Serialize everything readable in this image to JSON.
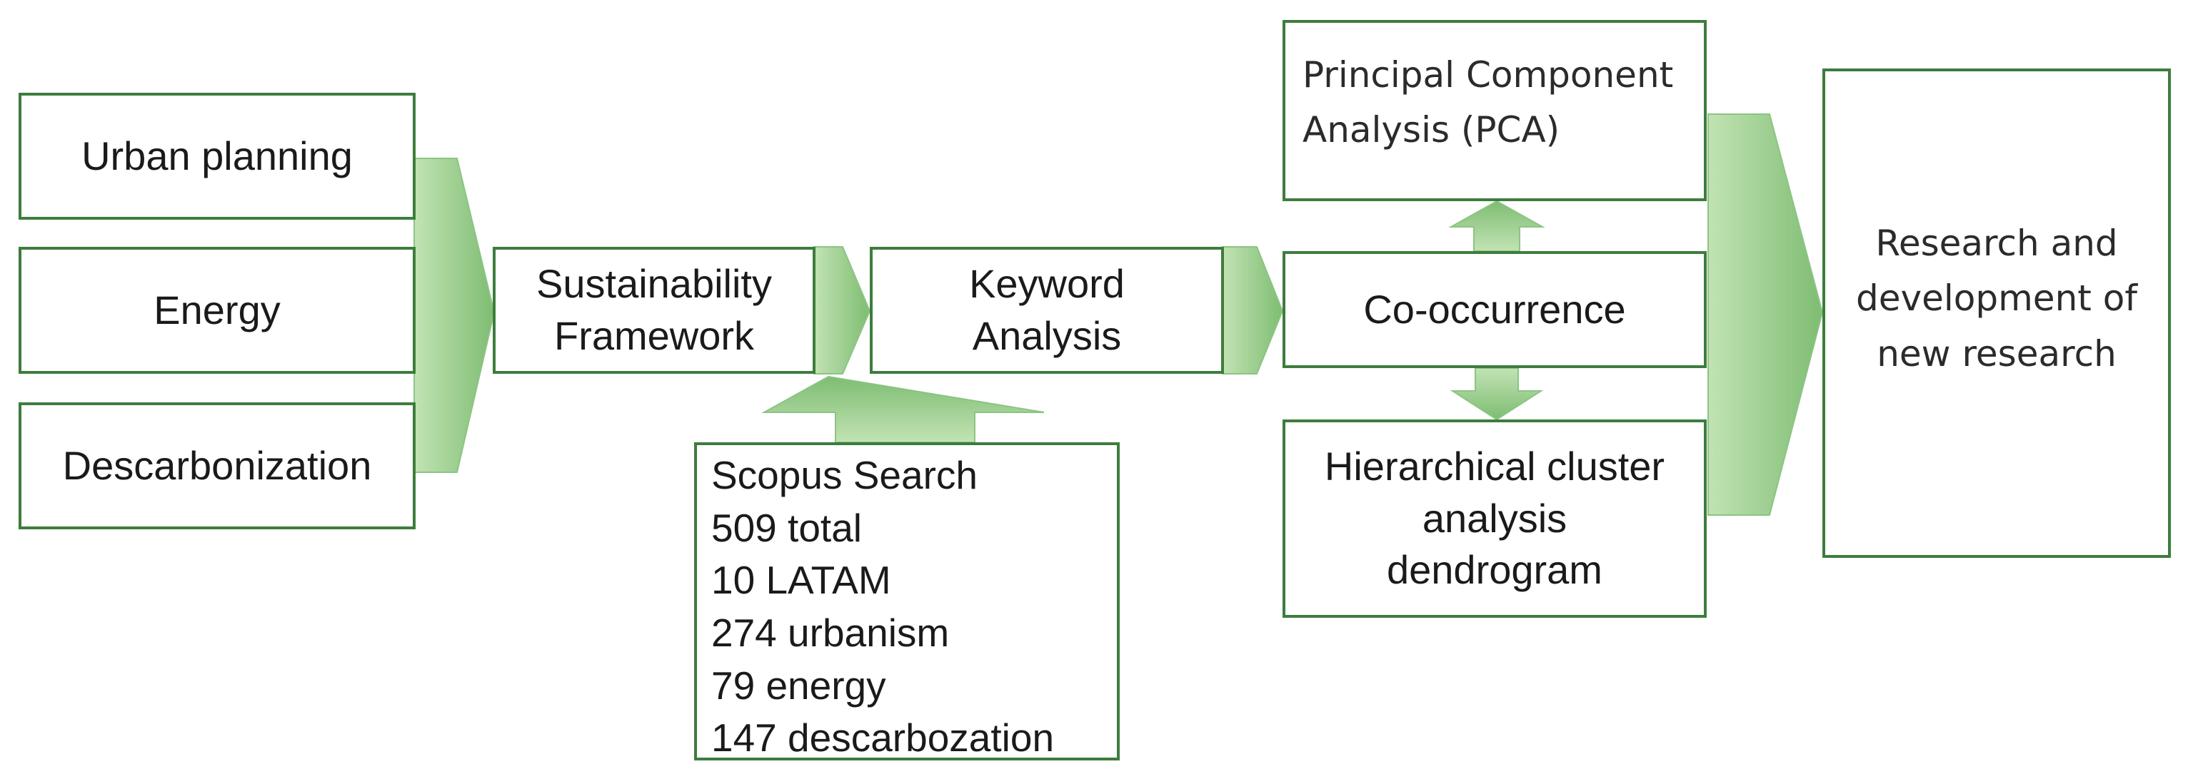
{
  "colors": {
    "border": "#3d7d3d",
    "arrow_light": "#c2e3b4",
    "arrow_dark": "#7ebd72",
    "text": "#1a1a1a"
  },
  "inputs": [
    "Urban planning",
    "Energy",
    "Descarbonization"
  ],
  "framework": {
    "line1": "Sustainability",
    "line2": "Framework"
  },
  "keyword": {
    "line1": "Keyword",
    "line2": "Analysis"
  },
  "scopus": [
    "Scopus Search",
    "509 total",
    "10 LATAM",
    "274 urbanism",
    "79 energy",
    "147 descarbozation"
  ],
  "pca": {
    "line1": "Principal Component",
    "line2": "Analysis (PCA)"
  },
  "cooccurrence": "Co-occurrence",
  "cluster": {
    "line1": "Hierarchical cluster",
    "line2": "analysis",
    "line3": "dendrogram"
  },
  "output": {
    "line1": "Research and",
    "line2": "development of",
    "line3": "new research"
  }
}
